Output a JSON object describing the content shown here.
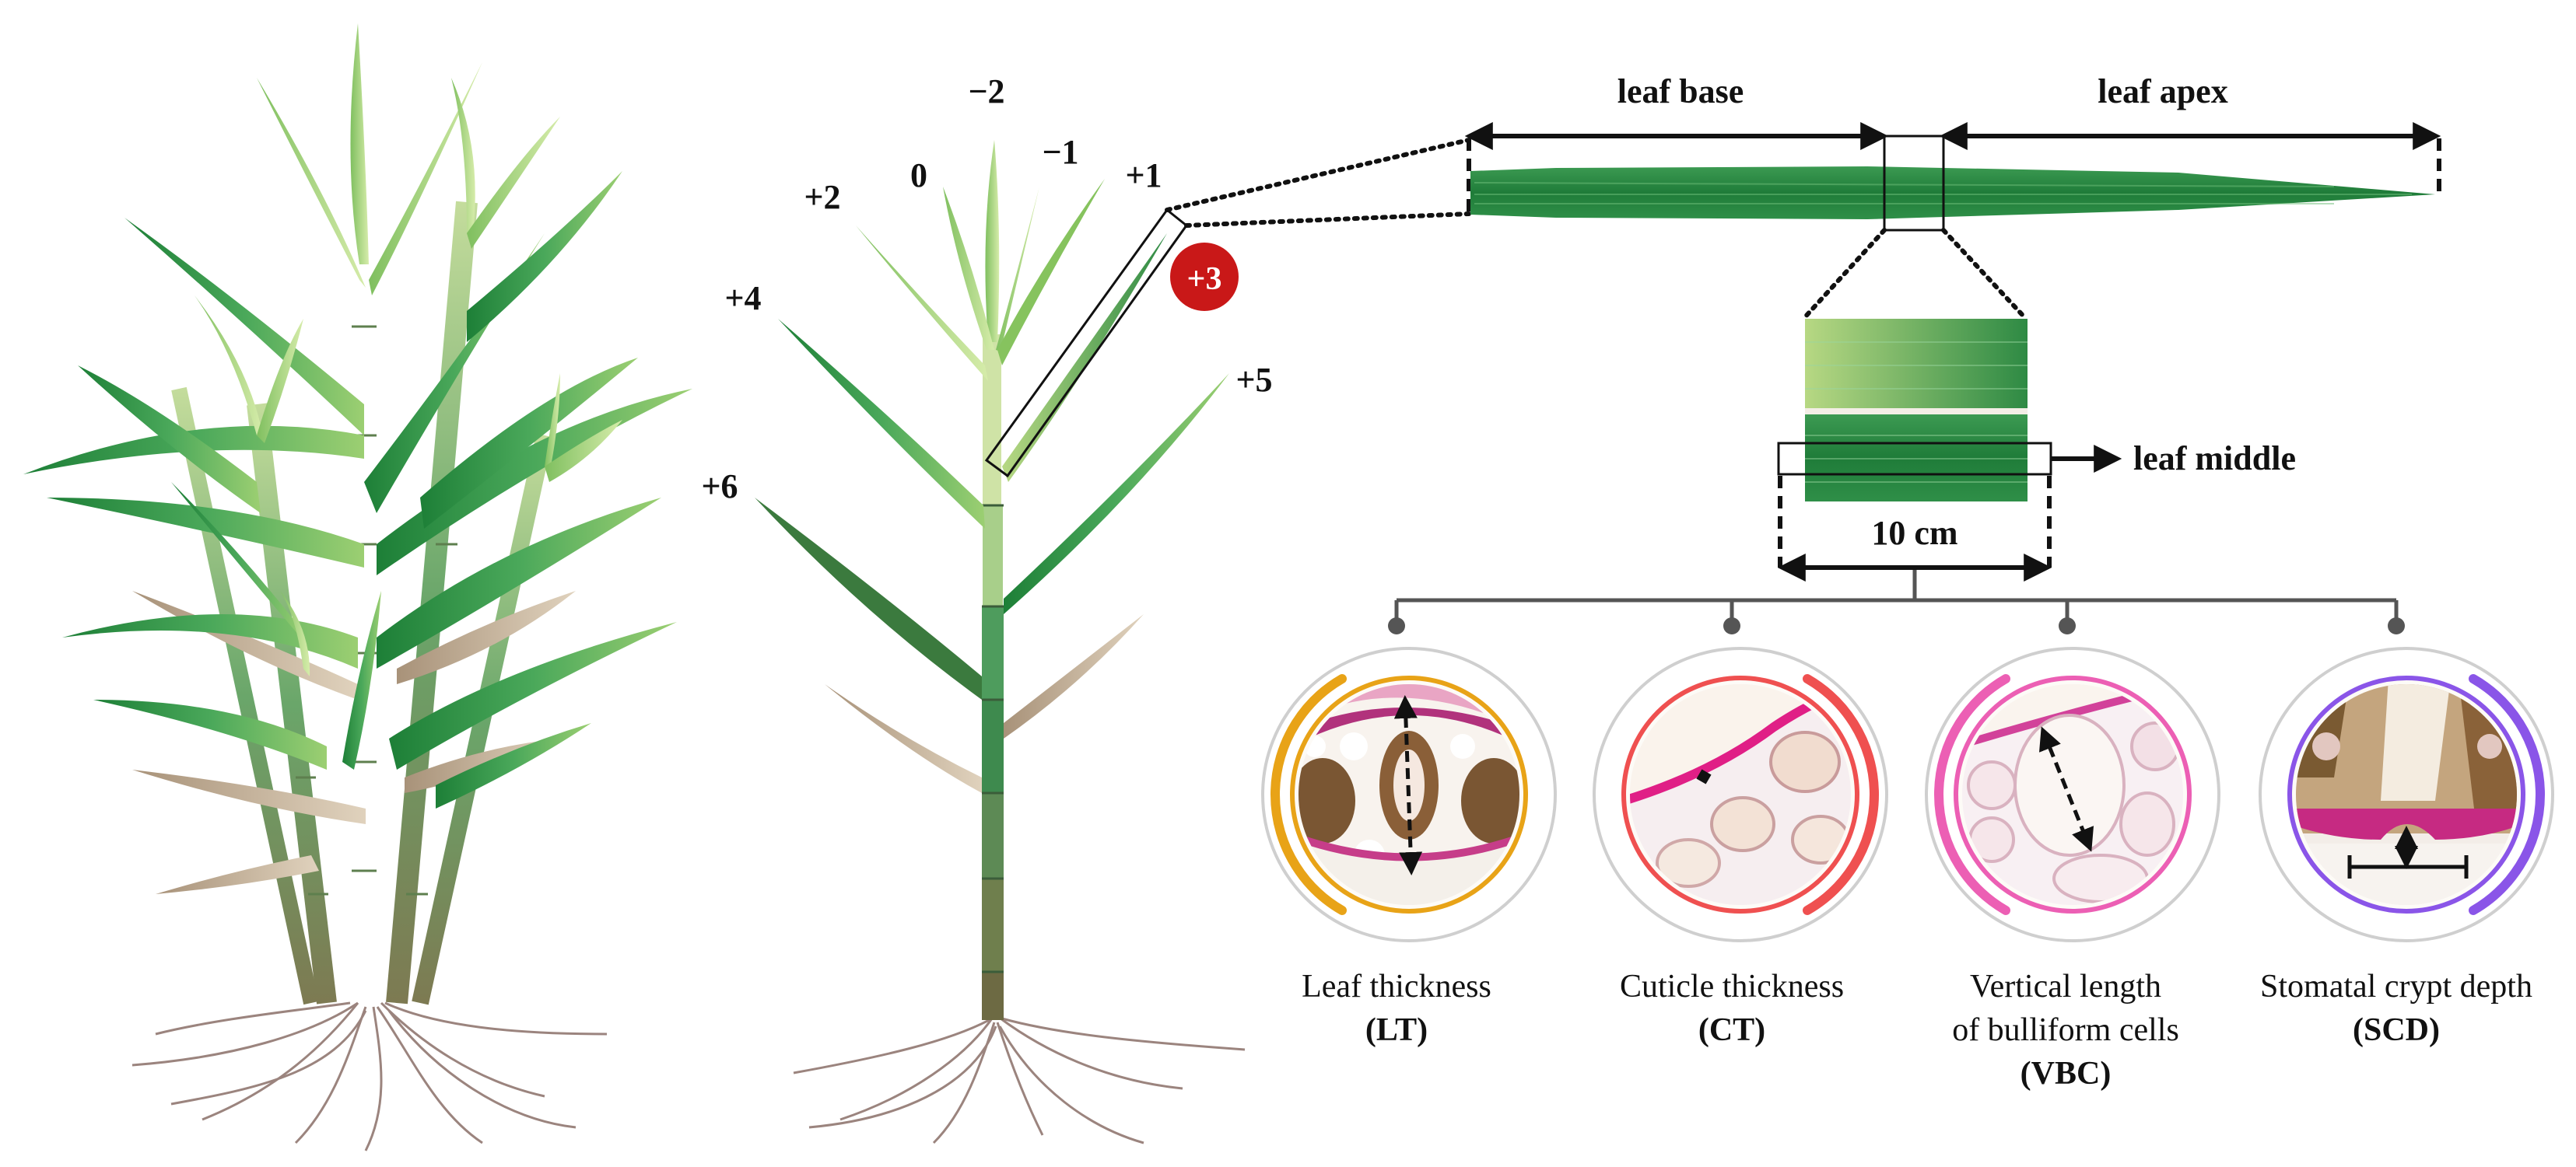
{
  "leaf_numbers": {
    "m2": "−2",
    "zero": "0",
    "m1": "−1",
    "p1": "+1",
    "p2": "+2",
    "p3": "+3",
    "p4": "+4",
    "p5": "+5",
    "p6": "+6"
  },
  "leaf_strip": {
    "base_label": "leaf base",
    "apex_label": "leaf apex",
    "middle_label": "leaf middle",
    "length_label": "10 cm"
  },
  "measurements": [
    {
      "name": "Leaf thickness",
      "abbr": "(LT)",
      "color": "#e8a317"
    },
    {
      "name": "Cuticle thickness",
      "abbr": "(CT)",
      "color": "#ef5050"
    },
    {
      "name": "Vertical length",
      "name_line2": "of bulliform cells",
      "abbr": "(VBC)",
      "color": "#ec5fb4"
    },
    {
      "name": "Stomatal crypt depth",
      "abbr": "(SCD)",
      "color": "#8a55e8"
    }
  ],
  "colors": {
    "leaf_dark": "#1f8a3c",
    "leaf_light": "#a9d67a",
    "stem": "#b9cf9a",
    "dry_leaf": "#c9b59a",
    "root": "#8a6f68",
    "badge": "#c91818"
  }
}
